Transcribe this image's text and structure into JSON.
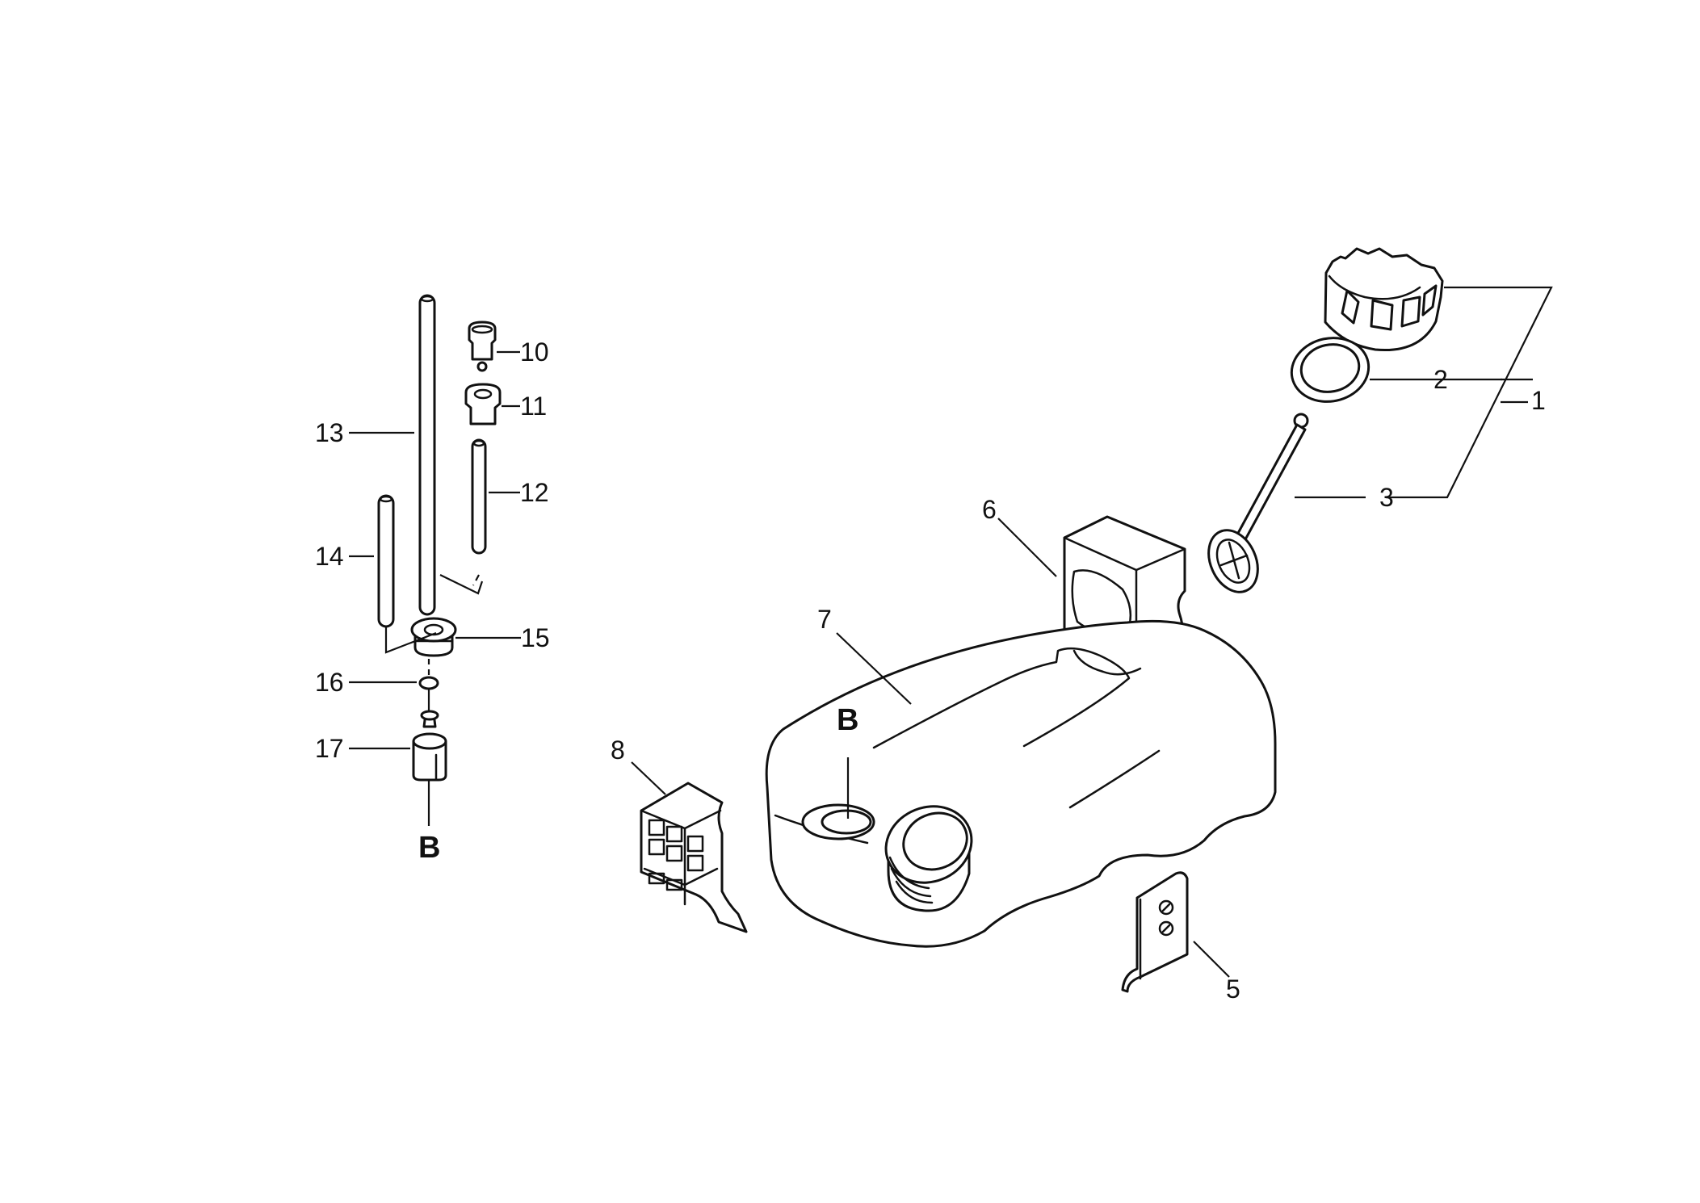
{
  "callouts": {
    "c1": "1",
    "c2": "2",
    "c3": "3",
    "c5": "5",
    "c6": "6",
    "c7": "7",
    "c8": "8",
    "c10": "10",
    "c11": "11",
    "c12": "12",
    "c13": "13",
    "c14": "14",
    "c15": "15",
    "c16": "16",
    "c17": "17"
  },
  "references": {
    "left": "B",
    "tank": "B"
  },
  "colors": {
    "line": "#111111",
    "background": "#ffffff"
  }
}
